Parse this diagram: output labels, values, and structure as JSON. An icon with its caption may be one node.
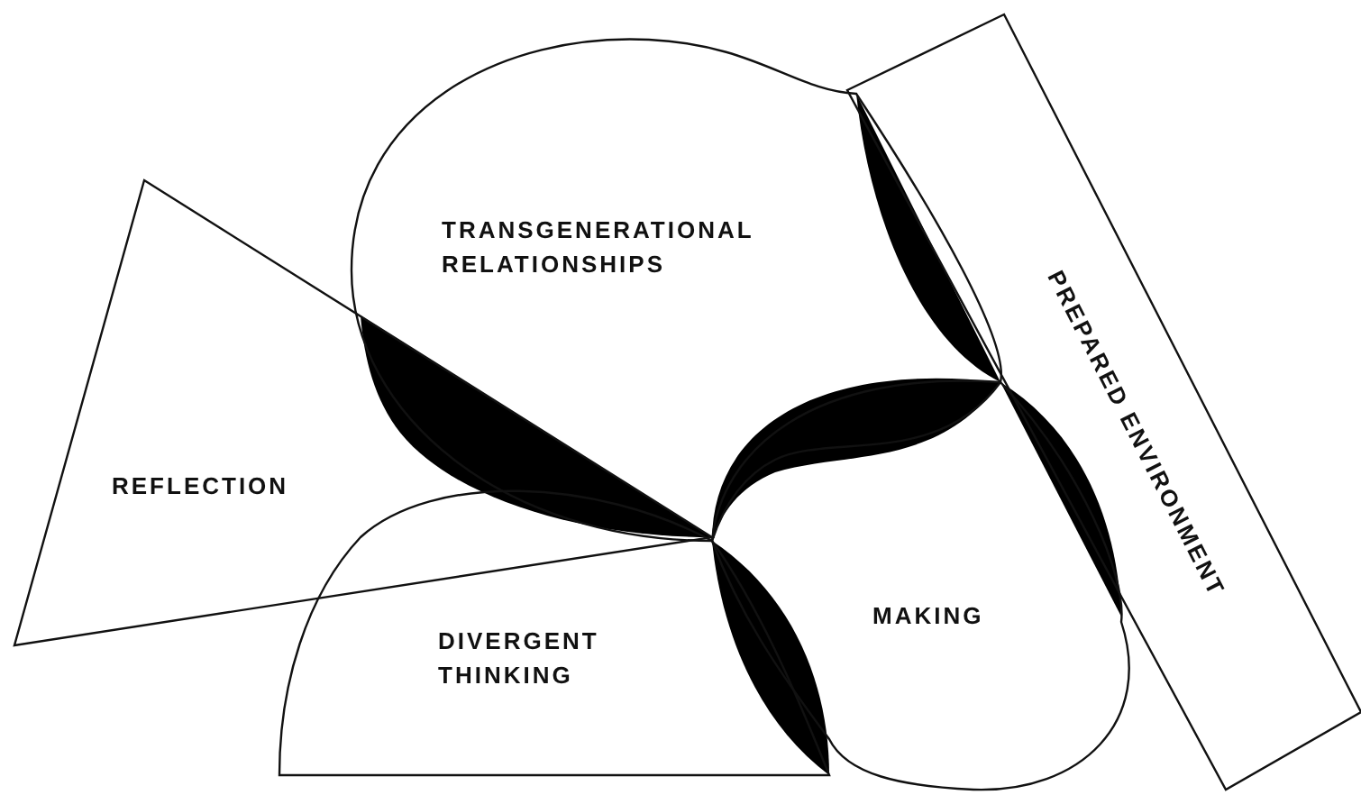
{
  "diagram": {
    "nodes": [
      {
        "text": [
          "TRANSGENERATIONAL RELATIONSHIPS"
        ]
      },
      {
        "text": [
          "PREPARED ENVIRONMENT"
        ]
      },
      {
        "text": [
          "REFLECTION"
        ]
      },
      {
        "text": [
          "MAKING"
        ]
      },
      {
        "text": [
          "DIVERGENT THINKING"
        ]
      }
    ]
  }
}
